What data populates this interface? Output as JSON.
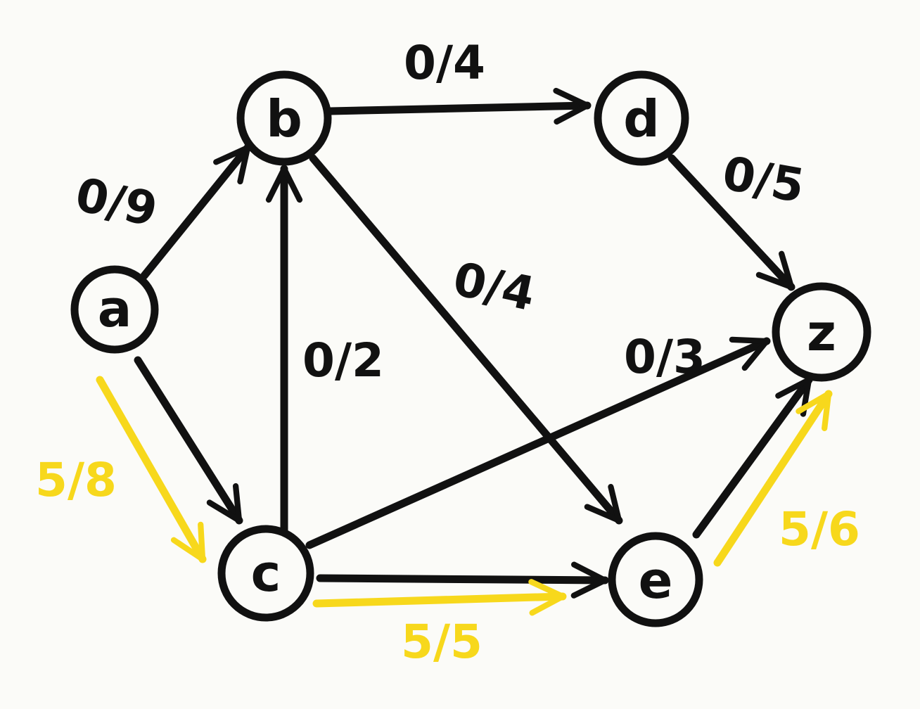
{
  "colors": {
    "ink": "#111111",
    "highlight": "#f7d81c",
    "paper": "#fbfbf8"
  },
  "nodes": {
    "a": {
      "label": "a"
    },
    "b": {
      "label": "b"
    },
    "c": {
      "label": "c"
    },
    "d": {
      "label": "d"
    },
    "e": {
      "label": "e"
    },
    "z": {
      "label": "z"
    }
  },
  "edges": {
    "a_b": {
      "label": "0/9"
    },
    "a_c": {
      "label": "5/8"
    },
    "b_d": {
      "label": "0/4"
    },
    "b_e": {
      "label": "0/4"
    },
    "c_b": {
      "label": "0/2"
    },
    "c_e": {
      "label": "5/5"
    },
    "c_z": {
      "label": "0/3"
    },
    "d_z": {
      "label": "0/5"
    },
    "e_z": {
      "label": "5/6"
    }
  }
}
